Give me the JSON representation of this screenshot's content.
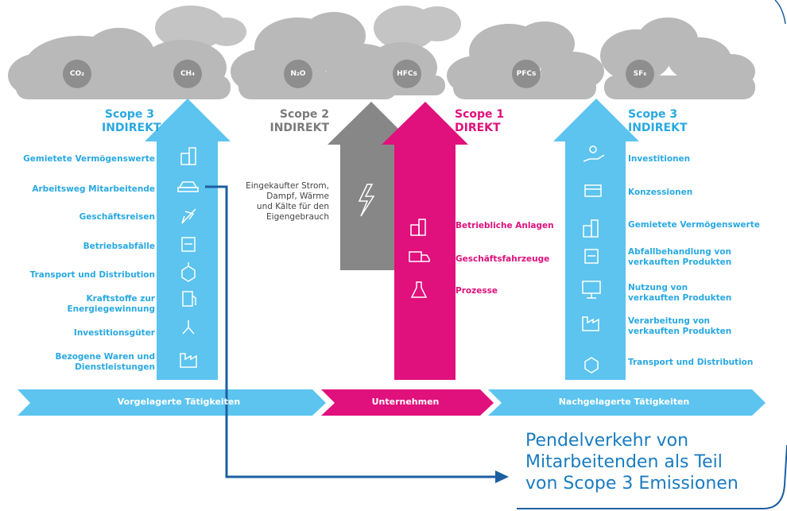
{
  "gases": [
    "CO₂",
    "CH₄",
    "N₂O",
    "HFCs",
    "PFCs",
    "SF₆"
  ],
  "scopes": {
    "left": {
      "line1": "Scope 3",
      "line2": "INDIREKT"
    },
    "scope2": {
      "line1": "Scope 2",
      "line2": "INDIREKT"
    },
    "scope1": {
      "line1": "Scope 1",
      "line2": "DIREKT"
    },
    "right": {
      "line1": "Scope 3",
      "line2": "INDIREKT"
    }
  },
  "upstream_items": [
    {
      "label": "Gemietete Vermögenswerte",
      "icon": "building-icon"
    },
    {
      "label": "Arbeitsweg Mitarbeitende",
      "icon": "car-icon"
    },
    {
      "label": "Geschäftsreisen",
      "icon": "plane-icon"
    },
    {
      "label": "Betriebsabfälle",
      "icon": "recycle-bin-icon"
    },
    {
      "label": "Transport und Distribution",
      "icon": "package-icon"
    },
    {
      "label": "Kraftstoffe zur\nEnergiegewinnung",
      "icon": "fuel-pump-icon"
    },
    {
      "label": "Investitionsgüter",
      "icon": "robot-arm-icon"
    },
    {
      "label": "Bezogene Waren und\nDienstleistungen",
      "icon": "factory-icon"
    }
  ],
  "scope2_text": "Eingekaufter Strom,\nDampf, Wärme\nund Kälte für den\nEigengebrauch",
  "scope1_items": [
    {
      "label": "Betriebliche Anlagen",
      "icon": "building-icon"
    },
    {
      "label": "Geschäftsfahrzeuge",
      "icon": "truck-icon"
    },
    {
      "label": "Prozesse",
      "icon": "flask-icon"
    }
  ],
  "downstream_items": [
    {
      "label": "Investitionen",
      "icon": "hand-coin-icon"
    },
    {
      "label": "Konzessionen",
      "icon": "store-icon"
    },
    {
      "label": "Gemietete Vermögenswerte",
      "icon": "building-icon"
    },
    {
      "label": "Abfallbehandlung von\nverkauften Produkten",
      "icon": "recycle-bin-icon"
    },
    {
      "label": "Nutzung von\nverkauften Produkten",
      "icon": "monitor-icon"
    },
    {
      "label": "Verarbeitung von\nverkauften Produkten",
      "icon": "factory-icon"
    },
    {
      "label": "Transport und Distribution",
      "icon": "package-icon"
    }
  ],
  "band": {
    "upstream": "Vorgelagerte Tätigkeiten",
    "company": "Unternehmen",
    "downstream": "Nachgelagerte Tätigkeiten"
  },
  "callout": "Pendelverkehr von\nMitarbeitenden als Teil\nvon Scope 3 Emissionen",
  "colors": {
    "blue": "#5cc4ef",
    "magenta": "#e0107c",
    "gray": "#878787",
    "cloud": "#b9b9b9",
    "line": "#1c5fa0"
  }
}
